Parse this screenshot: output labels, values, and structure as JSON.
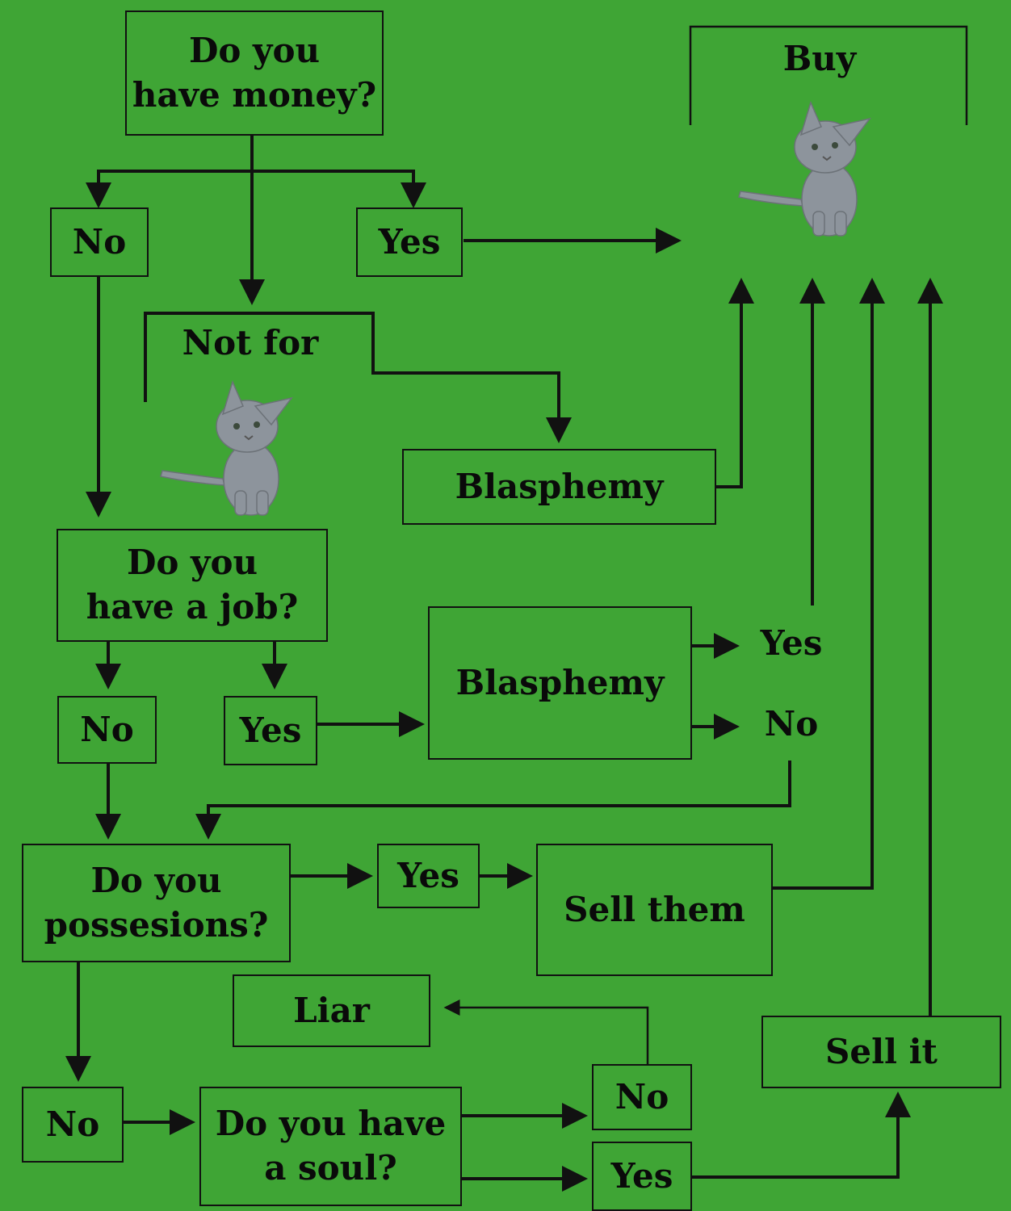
{
  "colors": {
    "background": "#3fa535",
    "line": "#111111",
    "cat_fur": "#8d949c"
  },
  "icons": [
    "cat-icon"
  ],
  "nodes": {
    "q_money": "Do you\nhave money?",
    "money_no": "No",
    "money_yes": "Yes",
    "not_for": "Not for",
    "buy": "Buy",
    "blasphemy_top": "Blasphemy",
    "q_job": "Do you\nhave a job?",
    "job_no": "No",
    "job_yes": "Yes",
    "blasphemy_mid": "Blasphemy",
    "blasphemy_mid_yes": "Yes",
    "blasphemy_mid_no": "No",
    "q_possessions": "Do you\npossesions?",
    "poss_yes": "Yes",
    "sell_them": "Sell them",
    "liar": "Liar",
    "sell_it": "Sell it",
    "poss_no": "No",
    "q_soul": "Do you have\na soul?",
    "soul_no": "No",
    "soul_yes": "Yes"
  }
}
